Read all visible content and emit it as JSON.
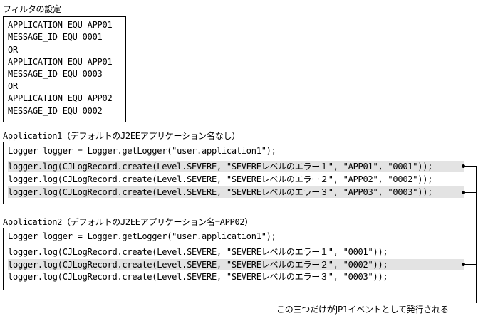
{
  "filter": {
    "title": "フィルタの設定",
    "lines": [
      "APPLICATION EQU APP01",
      "MESSAGE_ID EQU 0001",
      "OR",
      "APPLICATION EQU APP01",
      "MESSAGE_ID EQU 0003",
      "OR",
      "APPLICATION EQU APP02",
      "MESSAGE_ID EQU 0002"
    ]
  },
  "app1": {
    "title": "Application1（デフォルトのJ2EEアプリケーション名なし）",
    "lines": [
      "Logger logger = Logger.getLogger(\"user.application1\");",
      "logger.log(CJLogRecord.create(Level.SEVERE, \"SEVEREレベルのエラー１\", \"APP01\", \"0001\"));",
      "logger.log(CJLogRecord.create(Level.SEVERE, \"SEVEREレベルのエラー２\", \"APP02\", \"0002\"));",
      "logger.log(CJLogRecord.create(Level.SEVERE, \"SEVEREレベルのエラー３\", \"APP03\", \"0003\"));"
    ]
  },
  "app2": {
    "title": "Application2（デフォルトのJ2EEアプリケーション名=APP02）",
    "lines": [
      "Logger logger = Logger.getLogger(\"user.application1\");",
      "logger.log(CJLogRecord.create(Level.SEVERE, \"SEVEREレベルのエラー１\", \"0001\"));",
      "logger.log(CJLogRecord.create(Level.SEVERE, \"SEVEREレベルのエラー２\", \"0002\"));",
      "logger.log(CJLogRecord.create(Level.SEVERE, \"SEVEREレベルのエラー３\", \"0003\"));"
    ]
  },
  "note": "この三つだけがJP1イベントとして発行される"
}
